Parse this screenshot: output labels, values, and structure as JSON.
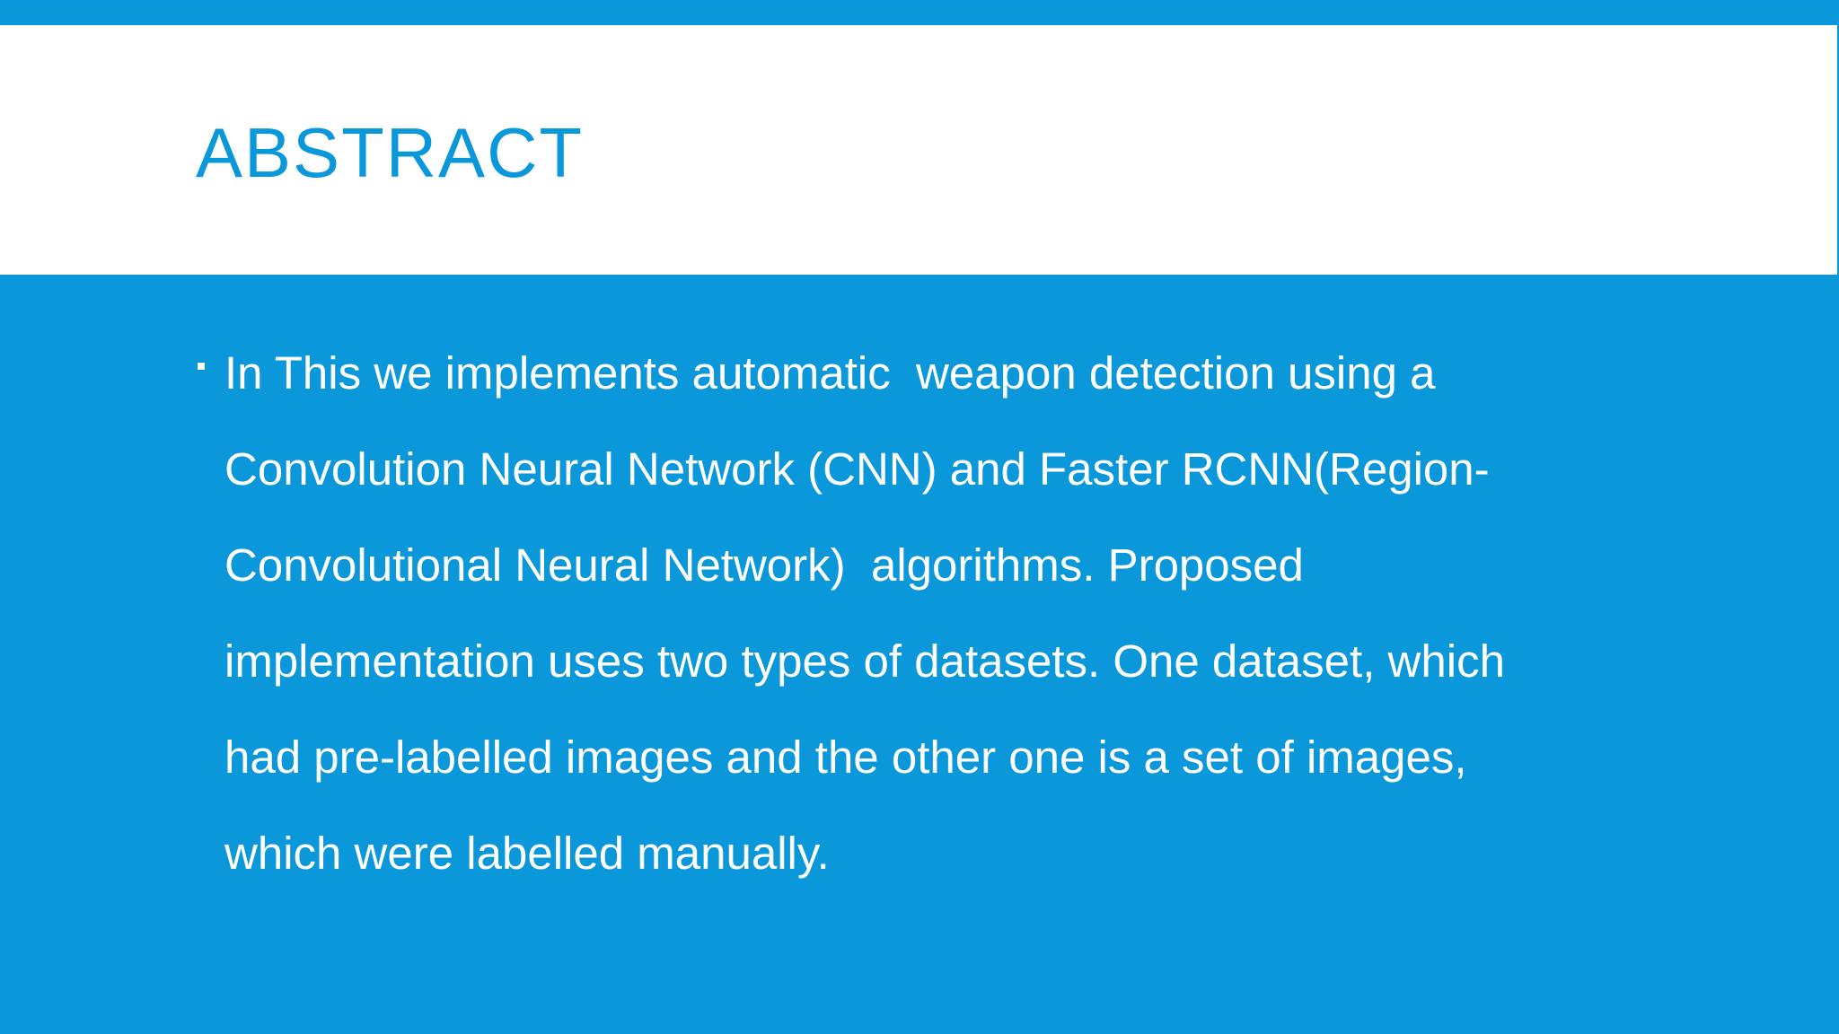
{
  "slide": {
    "title": "ABSTRACT",
    "bullet_lines": [
      "In This we implements automatic  weapon detection using a",
      "Convolution Neural Network (CNN) and Faster RCNN(Region-",
      "Convolutional Neural Network)  algorithms. Proposed",
      "implementation uses two types of datasets. One dataset, which",
      "had pre-labelled images and the other one is a set of images,",
      "which were labelled manually."
    ]
  },
  "colors": {
    "accent": "#0a98da",
    "title_band": "#ffffff",
    "body_text": "#ffffff"
  },
  "icons": {
    "bullet": "square-bullet-icon"
  }
}
